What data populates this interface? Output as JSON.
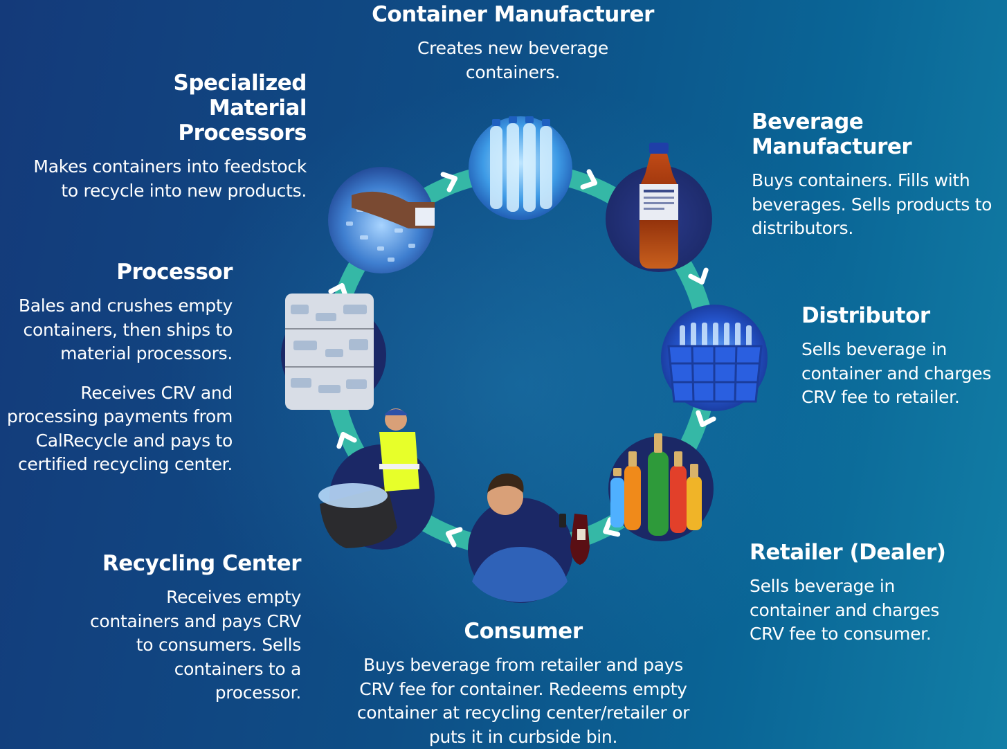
{
  "colors": {
    "ring": "#35b8a6",
    "arrow": "#ffffff",
    "node_bg": "#1a2a6c",
    "text": "#ffffff"
  },
  "stages": {
    "container_manufacturer": {
      "title": "Container Manufacturer",
      "desc": "Creates new beverage containers."
    },
    "beverage_manufacturer": {
      "title": "Beverage Manufacturer",
      "desc": "Buys containers. Fills with beverages. Sells products to distributors."
    },
    "distributor": {
      "title": "Distributor",
      "desc": "Sells beverage in container and charges CRV fee to retailer."
    },
    "retailer": {
      "title": "Retailer (Dealer)",
      "desc": "Sells beverage in container and charges CRV fee to consumer."
    },
    "consumer": {
      "title": "Consumer",
      "desc": "Buys beverage from retailer and pays CRV fee for container. Redeems empty container at recycling center/retailer or puts it in curbside bin."
    },
    "recycling_center": {
      "title": "Recycling Center",
      "desc": "Receives empty containers and pays CRV to consumers. Sells containers to a processor."
    },
    "processor": {
      "title": "Processor",
      "desc": "Bales and crushes empty containers, then ships to material processors.",
      "desc2": "Receives CRV and processing payments from CalRecycle and pays to certified recycling center."
    },
    "specialized_processors": {
      "title": "Specialized Material Processors",
      "desc": "Makes containers into feedstock to recycle into new products."
    }
  }
}
